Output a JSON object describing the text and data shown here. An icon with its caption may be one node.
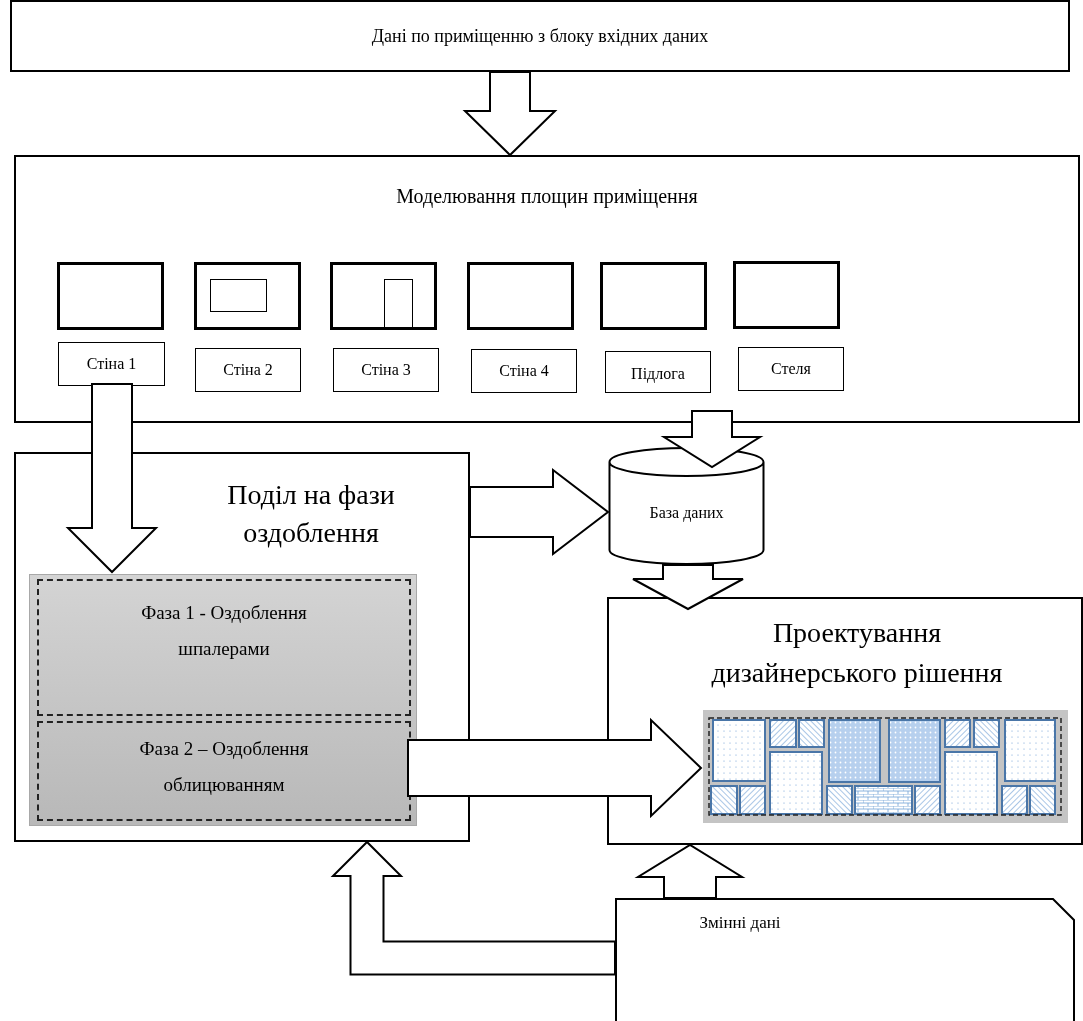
{
  "diagram": {
    "nodes": [
      {
        "text": [
          "Дані по приміщенню з блоку вхідних даних"
        ]
      },
      {
        "text": [
          "Моделювання площин приміщення"
        ]
      },
      {
        "text": [],
        "shape": "box",
        "in": 1
      },
      {
        "text": [],
        "shape": "box",
        "in": 1
      },
      {
        "text": [],
        "shape": "box",
        "in": 1
      },
      {
        "text": [],
        "shape": "box",
        "in": 1
      },
      {
        "text": [],
        "shape": "box",
        "in": 1
      },
      {
        "text": [],
        "shape": "box",
        "in": 1
      },
      {
        "text": [
          "Стіна 1"
        ],
        "in": 1
      },
      {
        "text": [
          "Стіна 2"
        ],
        "in": 1
      },
      {
        "text": [
          "Стіна 3"
        ],
        "in": 1
      },
      {
        "text": [
          "Стіна 4"
        ],
        "in": 1
      },
      {
        "text": [
          "Підлога"
        ],
        "in": 1
      },
      {
        "text": [
          "Стеля"
        ],
        "in": 1
      },
      {
        "text": [
          "Поділ на фази оздоблення"
        ]
      },
      {
        "text": [],
        "shape": "box",
        "in": 14
      },
      {
        "text": [
          "Фаза 1 - Оздоблення шпалерами"
        ],
        "in": 15
      },
      {
        "text": [
          "Фаза 2 – Оздоблення облицюванням"
        ],
        "in": 15
      },
      {
        "text": [
          "База даних"
        ]
      },
      {
        "text": [
          "Проектування дизайнерського рішення"
        ]
      },
      {
        "text": [],
        "shape": "picture",
        "in": 19
      },
      {
        "text": [
          "Змінні дані"
        ]
      }
    ],
    "edges": [
      {
        "from": 0,
        "to": 1,
        "arrow": "to"
      },
      {
        "from": 8,
        "to": 15,
        "arrow": "to"
      },
      {
        "from": 1,
        "to": 18,
        "arrow": "to"
      },
      {
        "from": 14,
        "to": 18,
        "arrow": "to"
      },
      {
        "from": 18,
        "to": 19,
        "arrow": "to"
      },
      {
        "from": 17,
        "to": 20,
        "arrow": "to"
      },
      {
        "from": 21,
        "to": 19,
        "arrow": "to"
      },
      {
        "from": 21,
        "to": 14,
        "arrow": "to"
      }
    ]
  }
}
